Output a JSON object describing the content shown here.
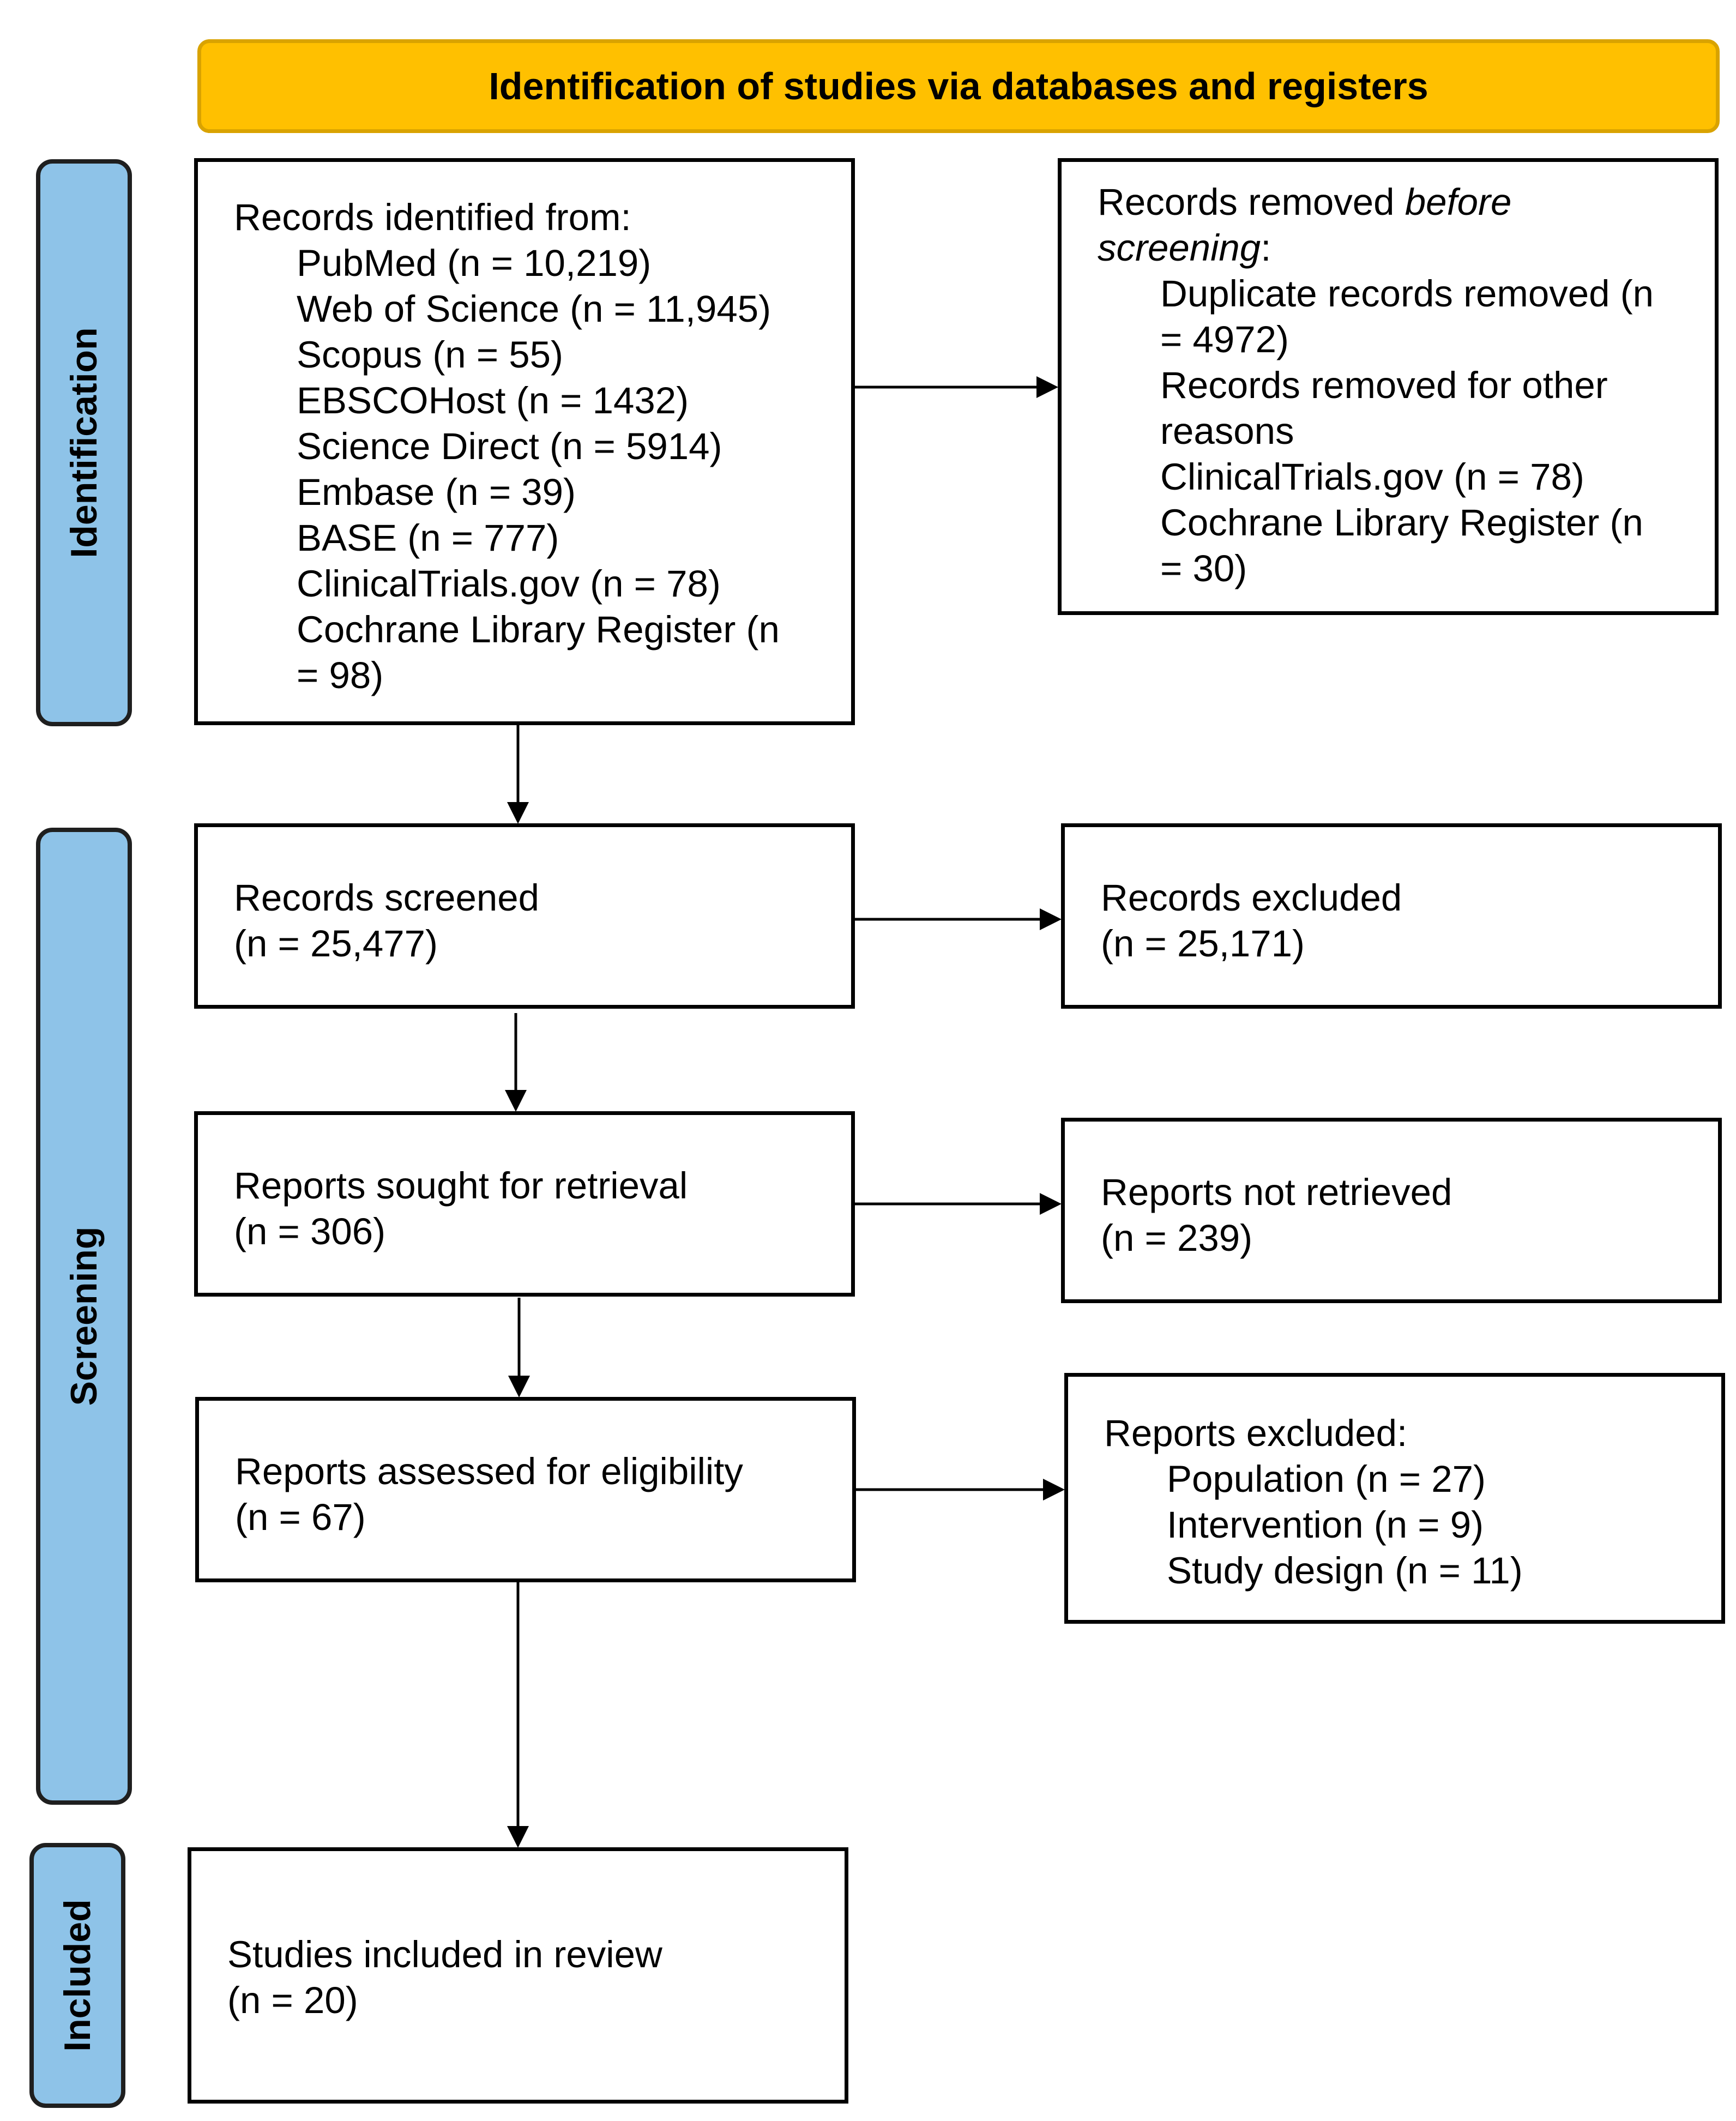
{
  "banner": {
    "title": "Identification of studies via databases and registers"
  },
  "phases": {
    "identification": "Identification",
    "screening": "Screening",
    "included": "Included"
  },
  "records_identified": {
    "heading": "Records identified from:",
    "sources": [
      "PubMed (n = 10,219)",
      "Web of Science (n = 11,945)",
      "Scopus (n = 55)",
      "EBSCOHost (n = 1432)",
      "Science Direct (n = 5914)",
      "Embase (n = 39)",
      "BASE (n = 777)",
      "ClinicalTrials.gov (n = 78)",
      "Cochrane Library Register (n",
      "= 98)"
    ]
  },
  "records_removed": {
    "heading_start": "Records removed ",
    "heading_em": "before",
    "heading_em2": "screening",
    "heading_end": ":",
    "lines": [
      "Duplicate records removed (n",
      "= 4972)",
      "Records removed for other",
      "reasons",
      "ClinicalTrials.gov (n = 78)",
      "Cochrane Library Register (n",
      "= 30)"
    ]
  },
  "records_screened": {
    "label": "Records screened",
    "count": "(n = 25,477)"
  },
  "records_excluded": {
    "label": "Records excluded",
    "count": "(n = 25,171)"
  },
  "reports_sought": {
    "label": "Reports sought for retrieval",
    "count": "(n = 306)"
  },
  "reports_not_retrieved": {
    "label": "Reports not retrieved",
    "count": "(n = 239)"
  },
  "reports_assessed": {
    "label": "Reports assessed for eligibility",
    "count": "(n = 67)"
  },
  "reports_excluded": {
    "heading": "Reports excluded:",
    "reasons": [
      "Population (n = 27)",
      "Intervention (n = 9)",
      "Study design (n = 11)"
    ]
  },
  "studies_included": {
    "label": "Studies included in review",
    "count": "(n = 20)"
  }
}
